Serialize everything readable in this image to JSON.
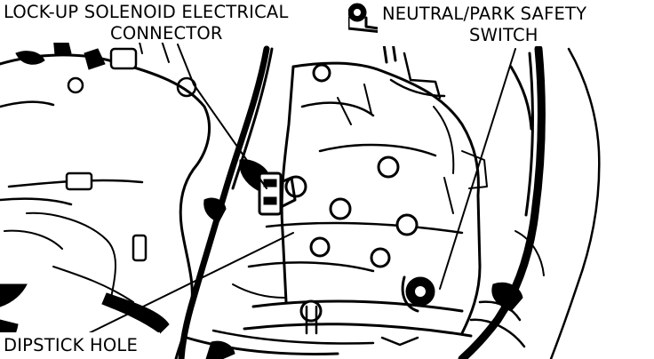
{
  "labels": {
    "lockup_line1": "LOCK-UP SOLENOID ELECTRICAL",
    "lockup_line2": "CONNECTOR",
    "neutral_line1": "NEUTRAL/PARK SAFETY",
    "neutral_line2": "SWITCH",
    "dipstick": "DIPSTICK HOLE"
  },
  "colors": {
    "ink": "#000000",
    "paper": "#ffffff"
  }
}
